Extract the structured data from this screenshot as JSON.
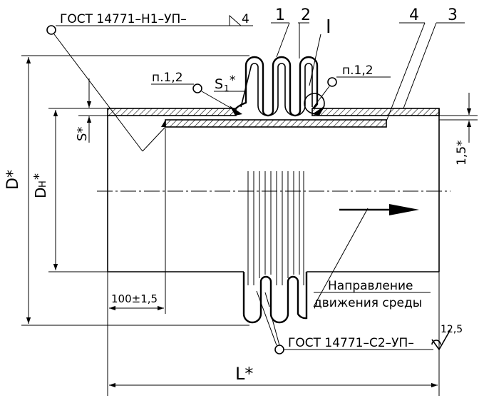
{
  "labels": {
    "weld_top": "ГОСТ 14771–Н1–УП–",
    "weld_top_leg": "4",
    "weld_bottom": "ГОСТ 14771–С2–УП–",
    "item_1": "1",
    "item_2": "2",
    "item_4": "4",
    "item_3": "3",
    "detail_I": "I",
    "note_left": "п.1,2",
    "note_right": "п.1,2",
    "s1_main": "S",
    "s1_sub": "1",
    "s1_star": "*",
    "s_dim": "S*",
    "d_outer": "D*",
    "d_inner_main": "D",
    "d_inner_sub": "H",
    "d_inner_star": "*",
    "gap_dim": "1,5*",
    "length_dim": "100±1,5",
    "total_length": "L*",
    "roughness": "12,5",
    "flow_line1": "Направление",
    "flow_line2": "движения среды"
  }
}
